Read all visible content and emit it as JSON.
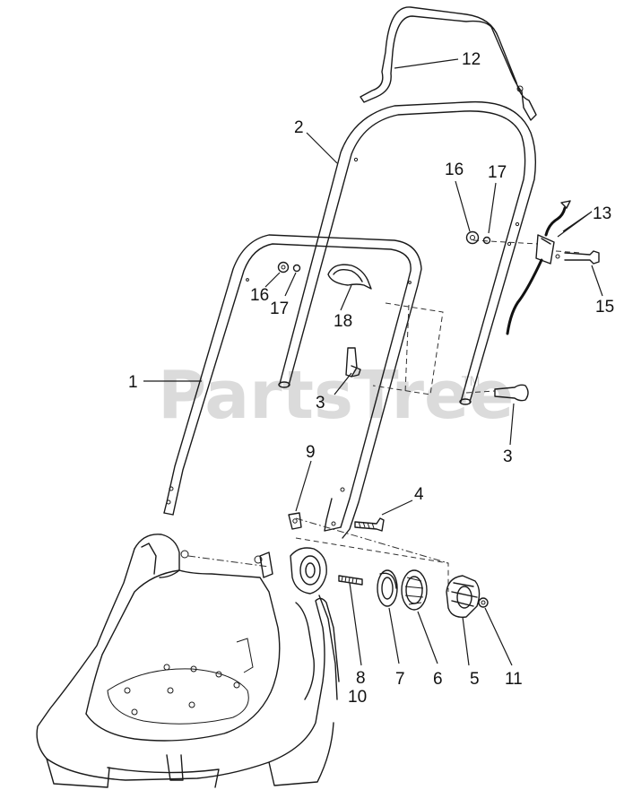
{
  "watermark": {
    "text": "PartsTree",
    "mark": "TM"
  },
  "callouts": {
    "c1": "1",
    "c2": "2",
    "c3a": "3",
    "c3b": "3",
    "c4": "4",
    "c5": "5",
    "c6": "6",
    "c7": "7",
    "c8": "8",
    "c9": "9",
    "c10": "10",
    "c11": "11",
    "c12": "12",
    "c13": "13",
    "c15": "15",
    "c16a": "16",
    "c16b": "16",
    "c17a": "17",
    "c17b": "17",
    "c18": "18"
  }
}
